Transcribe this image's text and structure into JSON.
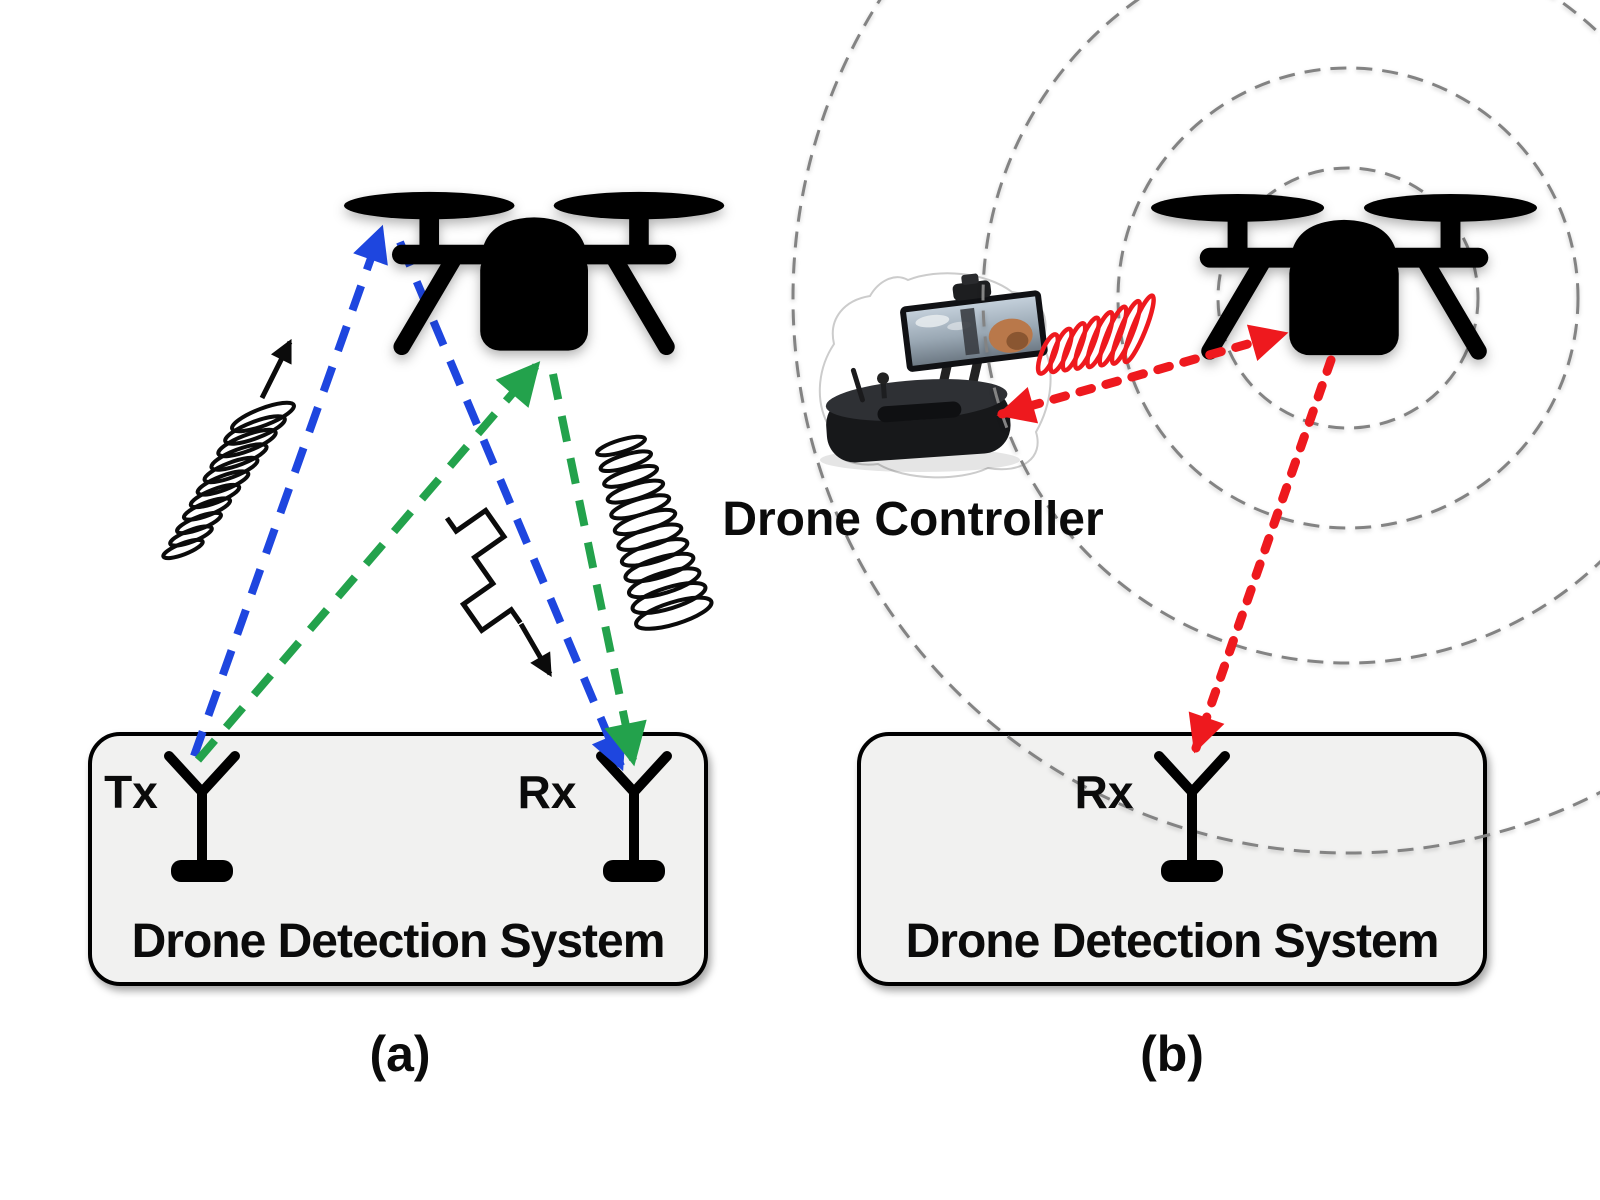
{
  "figure": {
    "description": "Two-panel diagram of drone detection approaches: (a) active Tx/Rx radar-style detection, (b) passive RF detection of drone-controller link",
    "background": "#ffffff"
  },
  "panel_a": {
    "caption": "(a)",
    "box_title": "Drone Detection System",
    "tx_label": "Tx",
    "rx_label": "Rx"
  },
  "panel_b": {
    "caption": "(b)",
    "box_title": "Drone Detection System",
    "rx_label": "Rx",
    "controller_label": "Drone Controller"
  },
  "colors": {
    "signal_blue": "#1E46DF",
    "signal_green": "#23A24C",
    "signal_red": "#EE191E",
    "arc_gray": "#838383",
    "box_fill": "#F1F1F0",
    "box_border": "#000000",
    "ink_black": "#0B0B0B"
  },
  "icons": {
    "drone-icon": "black quadcopter silhouette",
    "antenna-icon": "Y-shaped antenna on base",
    "rf-burst-icon": "coiled chirp waveform",
    "square-wave-icon": "tilted pulse train",
    "controller-photo-icon": "drone remote controller with tablet screen",
    "range-arc-icon": "dashed concentric signal circles"
  }
}
